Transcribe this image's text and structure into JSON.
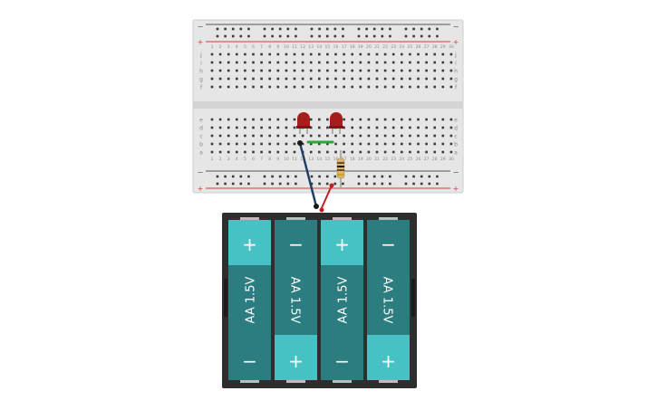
{
  "breadboard": {
    "rail_plus": "+",
    "rail_minus": "−",
    "row_letters_top": [
      "j",
      "i",
      "h",
      "g",
      "f"
    ],
    "row_letters_bottom": [
      "e",
      "d",
      "c",
      "b",
      "a"
    ],
    "column_numbers": [
      "1",
      "2",
      "3",
      "4",
      "5",
      "6",
      "7",
      "8",
      "9",
      "10",
      "11",
      "12",
      "13",
      "14",
      "15",
      "16",
      "17",
      "18",
      "19",
      "20",
      "21",
      "22",
      "23",
      "24",
      "25",
      "26",
      "27",
      "28",
      "29",
      "30"
    ]
  },
  "battery_pack": {
    "cells": [
      {
        "label": "AA 1.5V",
        "top_terminal": "+",
        "bottom_terminal": "−"
      },
      {
        "label": "AA 1.5V",
        "top_terminal": "−",
        "bottom_terminal": "+"
      },
      {
        "label": "AA 1.5V",
        "top_terminal": "+",
        "bottom_terminal": "−"
      },
      {
        "label": "AA 1.5V",
        "top_terminal": "−",
        "bottom_terminal": "+"
      }
    ]
  },
  "colors": {
    "board": "#e3e3e3",
    "rail_red": "#d33a3a",
    "rail_dark": "#555555",
    "led": "#a41e1e",
    "wire_blue": "#1f3f66",
    "wire_red": "#c0201f",
    "wire_green": "#2fa53a",
    "battery_case": "#2e2e2e",
    "cell_body": "#2c7d80",
    "cell_cap": "#47c2c4"
  }
}
